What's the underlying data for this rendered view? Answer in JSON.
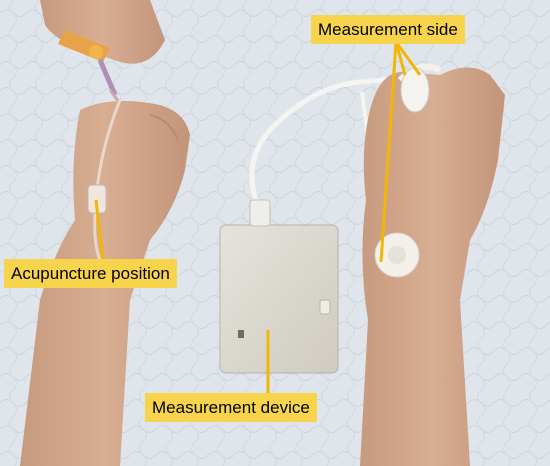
{
  "labels": {
    "measurement_side": "Measurement side",
    "acupuncture_position": "Acupuncture position",
    "measurement_device": "Measurement device"
  },
  "colors": {
    "label_bg": "#f7d44c",
    "pointer_line": "#f2b705",
    "background_pad": "#dde4ea"
  }
}
